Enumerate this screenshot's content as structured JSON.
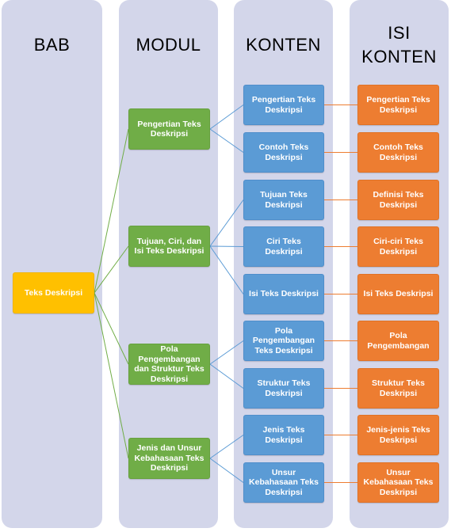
{
  "headers": {
    "bab": "BAB",
    "modul": "MODUL",
    "konten": "KONTEN",
    "isi_line1": "ISI",
    "isi_line2": "KONTEN"
  },
  "bab": {
    "label": "Teks Deskripsi"
  },
  "modul": [
    {
      "label": "Pengertian Teks Deskripsi"
    },
    {
      "label": "Tujuan, Ciri, dan Isi Teks Deskripsi"
    },
    {
      "label": "Pola Pengembangan dan Struktur Teks Deskripsi"
    },
    {
      "label": "Jenis dan Unsur Kebahasaan Teks Deskripsi"
    }
  ],
  "konten": [
    {
      "label": "Pengertian Teks Deskripsi"
    },
    {
      "label": "Contoh Teks Deskripsi"
    },
    {
      "label": "Tujuan Teks Deskripsi"
    },
    {
      "label": "Ciri Teks Deskripsi"
    },
    {
      "label": "Isi Teks Deskripsi"
    },
    {
      "label": "Pola Pengembangan Teks Deskripsi"
    },
    {
      "label": "Struktur Teks Deskripsi"
    },
    {
      "label": "Jenis Teks Deskripsi"
    },
    {
      "label": "Unsur Kebahasaan Teks Deskripsi"
    }
  ],
  "isi": [
    {
      "label": "Pengertian Teks Deskripsi"
    },
    {
      "label": "Contoh Teks Deskripsi"
    },
    {
      "label": "Definisi Teks Deskripsi"
    },
    {
      "label": "Ciri-ciri Teks Deskripsi"
    },
    {
      "label": "Isi Teks Deskripsi"
    },
    {
      "label": "Pola Pengembangan"
    },
    {
      "label": "Struktur Teks Deskripsi"
    },
    {
      "label": "Jenis-jenis Teks Deskripsi"
    },
    {
      "label": "Unsur Kebahasaan Teks Deskripsi"
    }
  ],
  "colors": {
    "column_bg": "#d3d6ea",
    "bab": "#ffc000",
    "modul": "#70ad47",
    "konten": "#5b9bd5",
    "isi": "#ed7d31"
  }
}
